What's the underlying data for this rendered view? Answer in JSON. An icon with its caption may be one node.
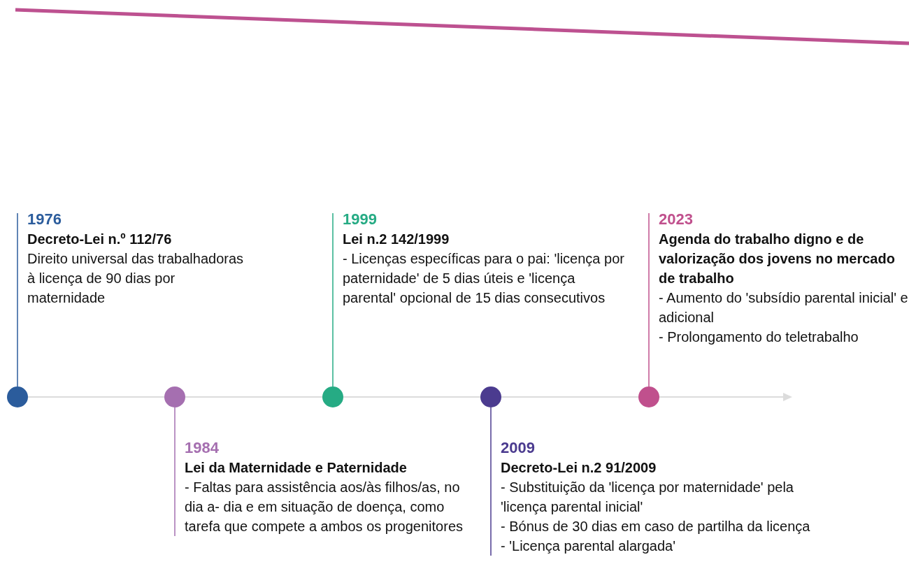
{
  "diagram": {
    "nodes": [
      {
        "text": [],
        "shape": "circle"
      },
      {
        "text": [],
        "shape": "circle"
      },
      {
        "text": [],
        "shape": "circle"
      },
      {
        "text": [],
        "shape": "circle"
      },
      {
        "text": [],
        "shape": "circle"
      },
      {
        "text": [
          "1976",
          "Decreto-Lei n.º 112/76",
          "Direito universal das trabalhadoras à licença de 90 dias por maternidade"
        ]
      },
      {
        "text": [
          "1984",
          "Lei da Maternidade e Paternidade",
          "- Faltas para assistência aos/às filhos/as, no dia a- dia e em situação de doença, como tarefa que compete a ambos os progenitores"
        ]
      },
      {
        "text": [
          "1999",
          "Lei n.2 142/1999",
          "- Licenças específicas para o pai: 'licença por paternidade' de 5 dias úteis e 'licença parental' opcional de 15 dias consecutivos"
        ]
      },
      {
        "text": [
          "2009",
          "Decreto-Lei n.2 91/2009",
          "- Substituição da 'licença por maternidade' pela 'licença parental inicial'",
          "- Bónus de 30 dias em caso de partilha da licença",
          "- 'Licença parental alargada'"
        ]
      },
      {
        "text": [
          "2023",
          "Agenda do trabalho digno e de valorização dos jovens no mercado de trabalho",
          "- Aumento do 'subsídio parental inicial' e adicional",
          "- Prolongamento do teletrabalho"
        ]
      }
    ],
    "edges": [
      {
        "from": 5,
        "to": 0,
        "arrow": "none",
        "color": "#2b5c9c"
      },
      {
        "from": 6,
        "to": 1,
        "arrow": "none",
        "color": "#a56fb0"
      },
      {
        "from": 7,
        "to": 2,
        "arrow": "none",
        "color": "#26ab84"
      },
      {
        "from": 8,
        "to": 3,
        "arrow": "none",
        "color": "#4b3b8f"
      },
      {
        "from": 9,
        "to": 4,
        "arrow": "none",
        "color": "#c0508d"
      }
    ]
  }
}
